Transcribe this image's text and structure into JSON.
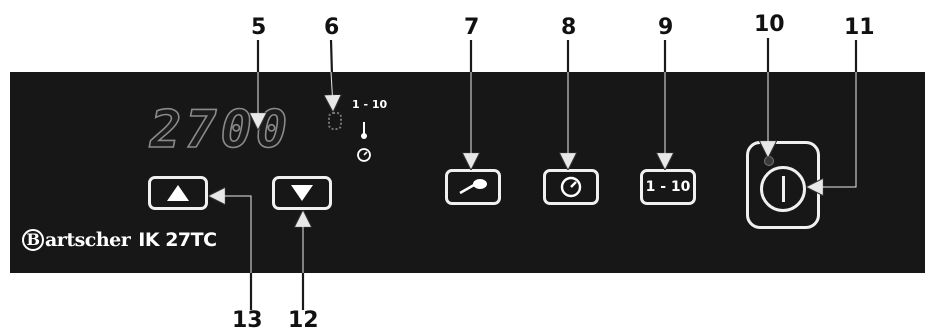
{
  "callouts": {
    "n5": "5",
    "n6": "6",
    "n7": "7",
    "n8": "8",
    "n9": "9",
    "n10": "10",
    "n11": "11",
    "n12": "12",
    "n13": "13"
  },
  "display": {
    "value": "2700"
  },
  "indicators": {
    "range_label": "1 - 10",
    "thermometer_icon": "thermometer-icon",
    "timer_icon": "timer-icon"
  },
  "buttons": {
    "up_icon": "triangle-up-icon",
    "down_icon": "triangle-down-icon",
    "pan_icon": "pan-icon",
    "timer_icon": "timer-icon",
    "level_label": "1 - 10",
    "power_icon": "power-icon"
  },
  "brand": {
    "name": "Bartscher",
    "model": "IK 27TC"
  },
  "colors": {
    "panel": "#171717",
    "button_border": "#f0f0f0",
    "display_segments": "#8a8a8a"
  }
}
